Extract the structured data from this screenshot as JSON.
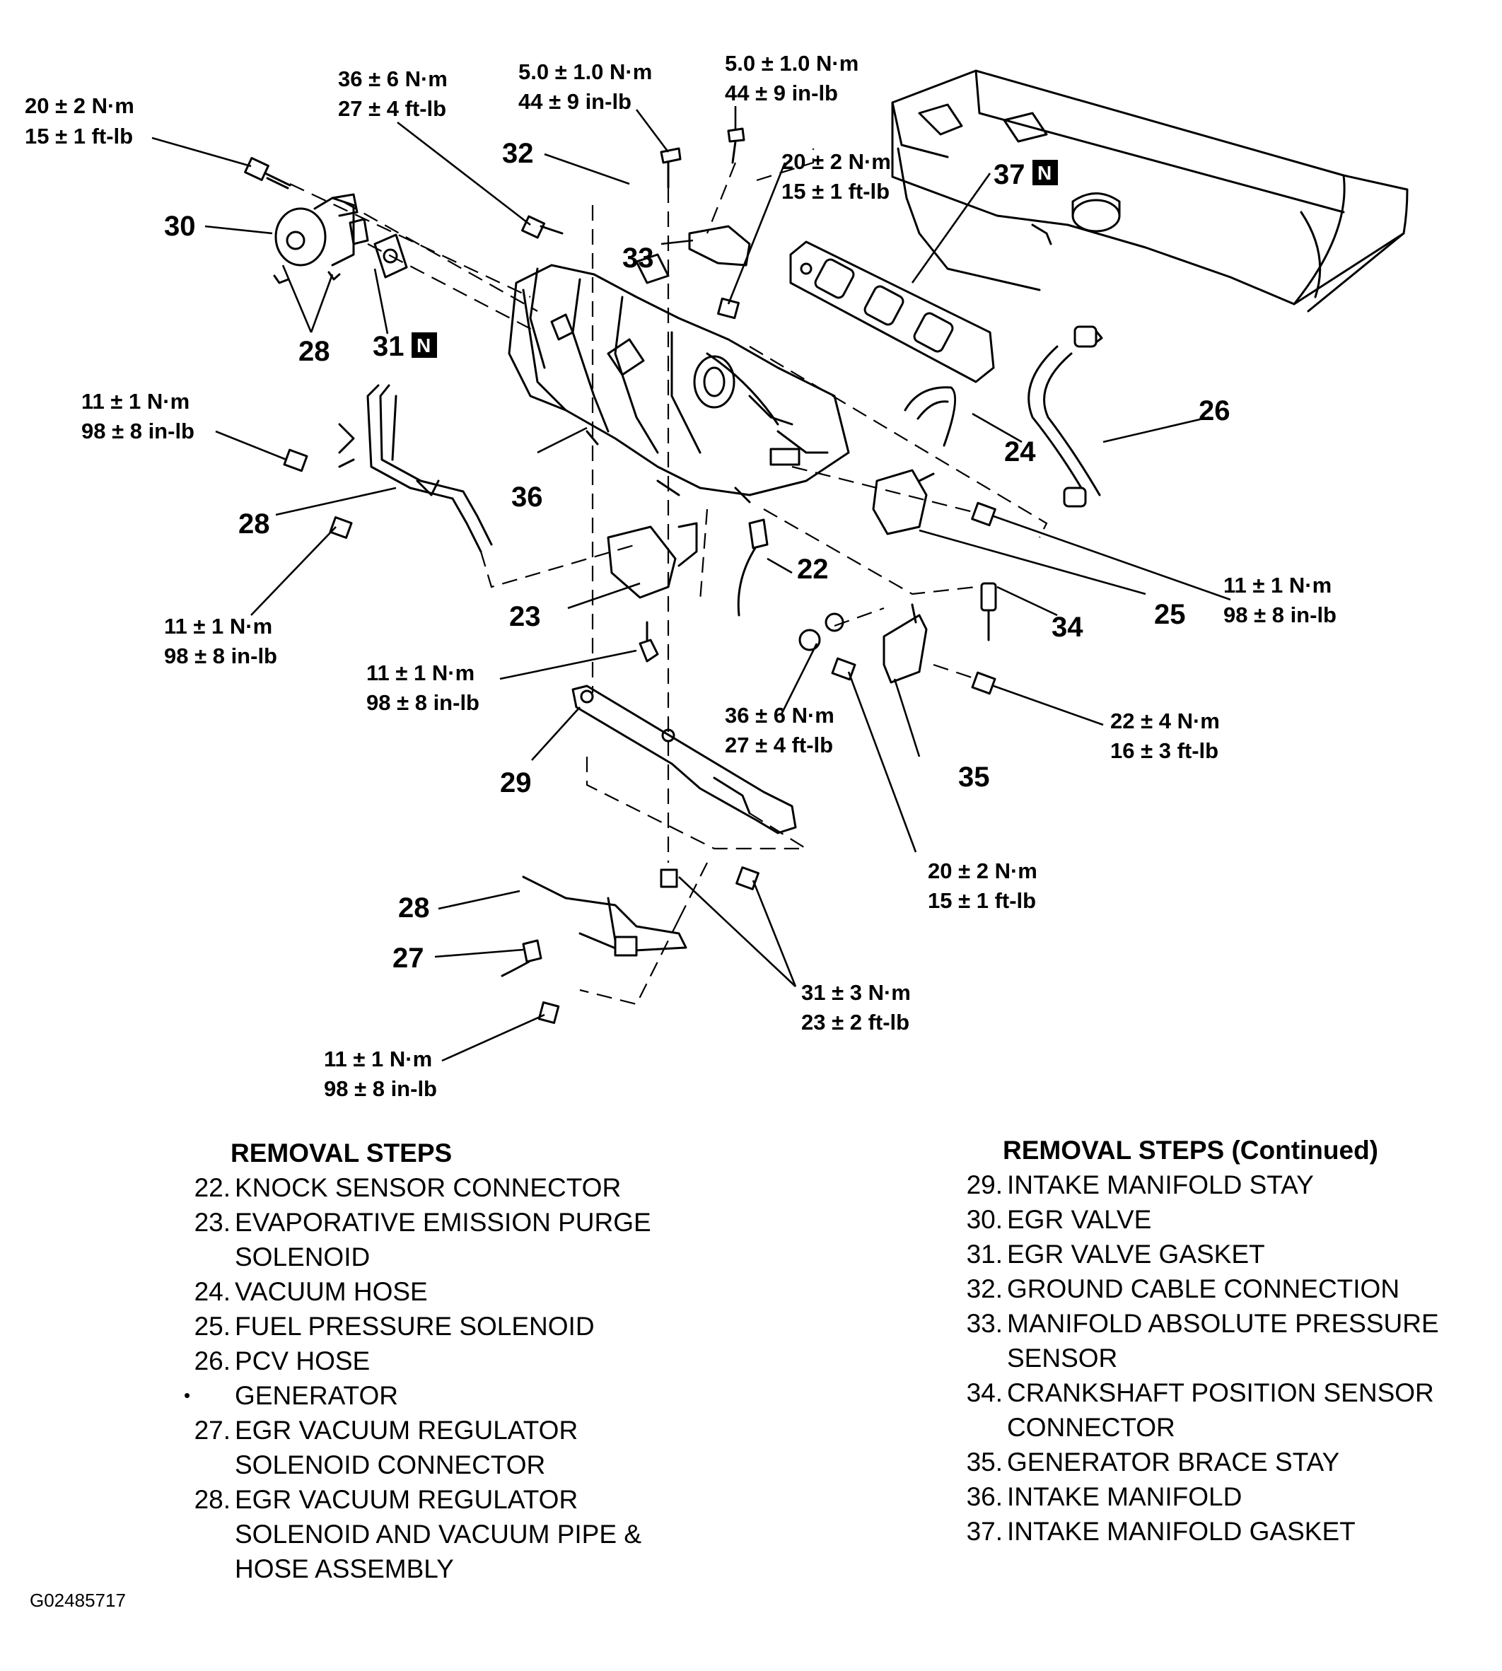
{
  "figure_id": "G02485717",
  "torque_labels": {
    "t1": [
      "20 ± 2 N·m",
      "15 ± 1 ft-lb"
    ],
    "t2": [
      "36 ± 6 N·m",
      "27 ± 4 ft-lb"
    ],
    "t3": [
      "5.0 ± 1.0 N·m",
      "44 ± 9 in-lb"
    ],
    "t4": [
      "5.0 ± 1.0 N·m",
      "44 ± 9 in-lb"
    ],
    "t5": [
      "20 ± 2 N·m",
      "15 ± 1 ft-lb"
    ],
    "t6": [
      "11 ± 1 N·m",
      "98 ± 8 in-lb"
    ],
    "t7": [
      "11 ± 1 N·m",
      "98 ± 8 in-lb"
    ],
    "t8": [
      "11 ± 1 N·m",
      "98 ± 8 in-lb"
    ],
    "t9": [
      "11 ± 1 N·m",
      "98 ± 8 in-lb"
    ],
    "t10": [
      "36 ± 6 N·m",
      "27 ± 4 ft-lb"
    ],
    "t11": [
      "22 ± 4 N·m",
      "16 ± 3 ft-lb"
    ],
    "t12": [
      "20 ± 2 N·m",
      "15 ± 1 ft-lb"
    ],
    "t13": [
      "31 ± 3 N·m",
      "23 ± 2 ft-lb"
    ],
    "t14": [
      "11 ± 1 N·m",
      "98 ± 8 in-lb"
    ]
  },
  "part_callouts": {
    "p22": "22",
    "p23": "23",
    "p24": "24",
    "p25": "25",
    "p26": "26",
    "p27": "27",
    "p28a": "28",
    "p28b": "28",
    "p28c": "28",
    "p29": "29",
    "p30": "30",
    "p31": "31",
    "p32": "32",
    "p33": "33",
    "p34": "34",
    "p35": "35",
    "p36": "36",
    "p37": "37"
  },
  "new_part_mark": "N",
  "removal_steps": {
    "heading": "REMOVAL STEPS",
    "items": [
      {
        "num": "22.",
        "lines": [
          "KNOCK SENSOR CONNECTOR"
        ]
      },
      {
        "num": "23.",
        "lines": [
          "EVAPORATIVE EMISSION PURGE",
          "SOLENOID"
        ]
      },
      {
        "num": "24.",
        "lines": [
          "VACUUM HOSE"
        ]
      },
      {
        "num": "25.",
        "lines": [
          "FUEL PRESSURE SOLENOID"
        ]
      },
      {
        "num": "26.",
        "lines": [
          "PCV HOSE"
        ]
      },
      {
        "num": "•",
        "lines": [
          "GENERATOR"
        ]
      },
      {
        "num": "27.",
        "lines": [
          "EGR VACUUM REGULATOR",
          "SOLENOID CONNECTOR"
        ]
      },
      {
        "num": "28.",
        "lines": [
          "EGR VACUUM REGULATOR",
          "SOLENOID AND VACUUM PIPE &",
          "HOSE ASSEMBLY"
        ]
      }
    ]
  },
  "removal_steps_continued": {
    "heading": "REMOVAL STEPS (Continued)",
    "items": [
      {
        "num": "29.",
        "lines": [
          "INTAKE MANIFOLD STAY"
        ]
      },
      {
        "num": "30.",
        "lines": [
          "EGR VALVE"
        ]
      },
      {
        "num": "31.",
        "lines": [
          "EGR VALVE GASKET"
        ]
      },
      {
        "num": "32.",
        "lines": [
          "GROUND CABLE CONNECTION"
        ]
      },
      {
        "num": "33.",
        "lines": [
          "MANIFOLD ABSOLUTE PRESSURE",
          "SENSOR"
        ]
      },
      {
        "num": "34.",
        "lines": [
          "CRANKSHAFT POSITION SENSOR",
          "CONNECTOR"
        ]
      },
      {
        "num": "35.",
        "lines": [
          "GENERATOR BRACE STAY"
        ]
      },
      {
        "num": "36.",
        "lines": [
          "INTAKE MANIFOLD"
        ]
      },
      {
        "num": "37.",
        "lines": [
          "INTAKE MANIFOLD GASKET"
        ]
      }
    ]
  }
}
